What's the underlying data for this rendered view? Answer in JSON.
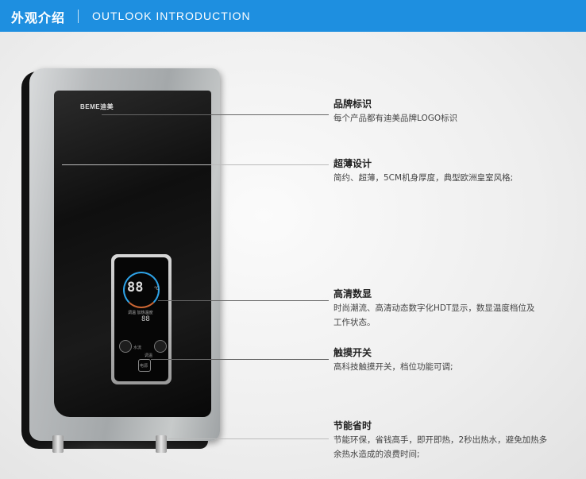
{
  "header": {
    "title_cn": "外观介绍",
    "title_en": "OUTLOOK  INTRODUCTION",
    "background": "#1e8fe0"
  },
  "device": {
    "logo": "BEME迪美",
    "display_main": "88",
    "display_unit": "℃",
    "display_small_labels": "调温  加热温度",
    "display_small_digits": "88",
    "button_left": "水流",
    "button_right": "调温",
    "button_power": "电源"
  },
  "annotations": [
    {
      "title": "品牌标识",
      "desc": "每个产品都有迪美品牌LOGO标识"
    },
    {
      "title": "超薄设计",
      "desc": "简约、超薄，5CM机身厚度，典型欧洲皇室风格;"
    },
    {
      "title": "高清数显",
      "desc": "时尚潮流、高清动态数字化HDT显示，数显温度档位及工作状态。"
    },
    {
      "title": "触摸开关",
      "desc": "高科技触摸开关，档位功能可调;"
    },
    {
      "title": "节能省时",
      "desc": "节能环保，省钱高手，即开即热，2秒出热水，避免加热多余热水造成的浪费时间;"
    }
  ]
}
